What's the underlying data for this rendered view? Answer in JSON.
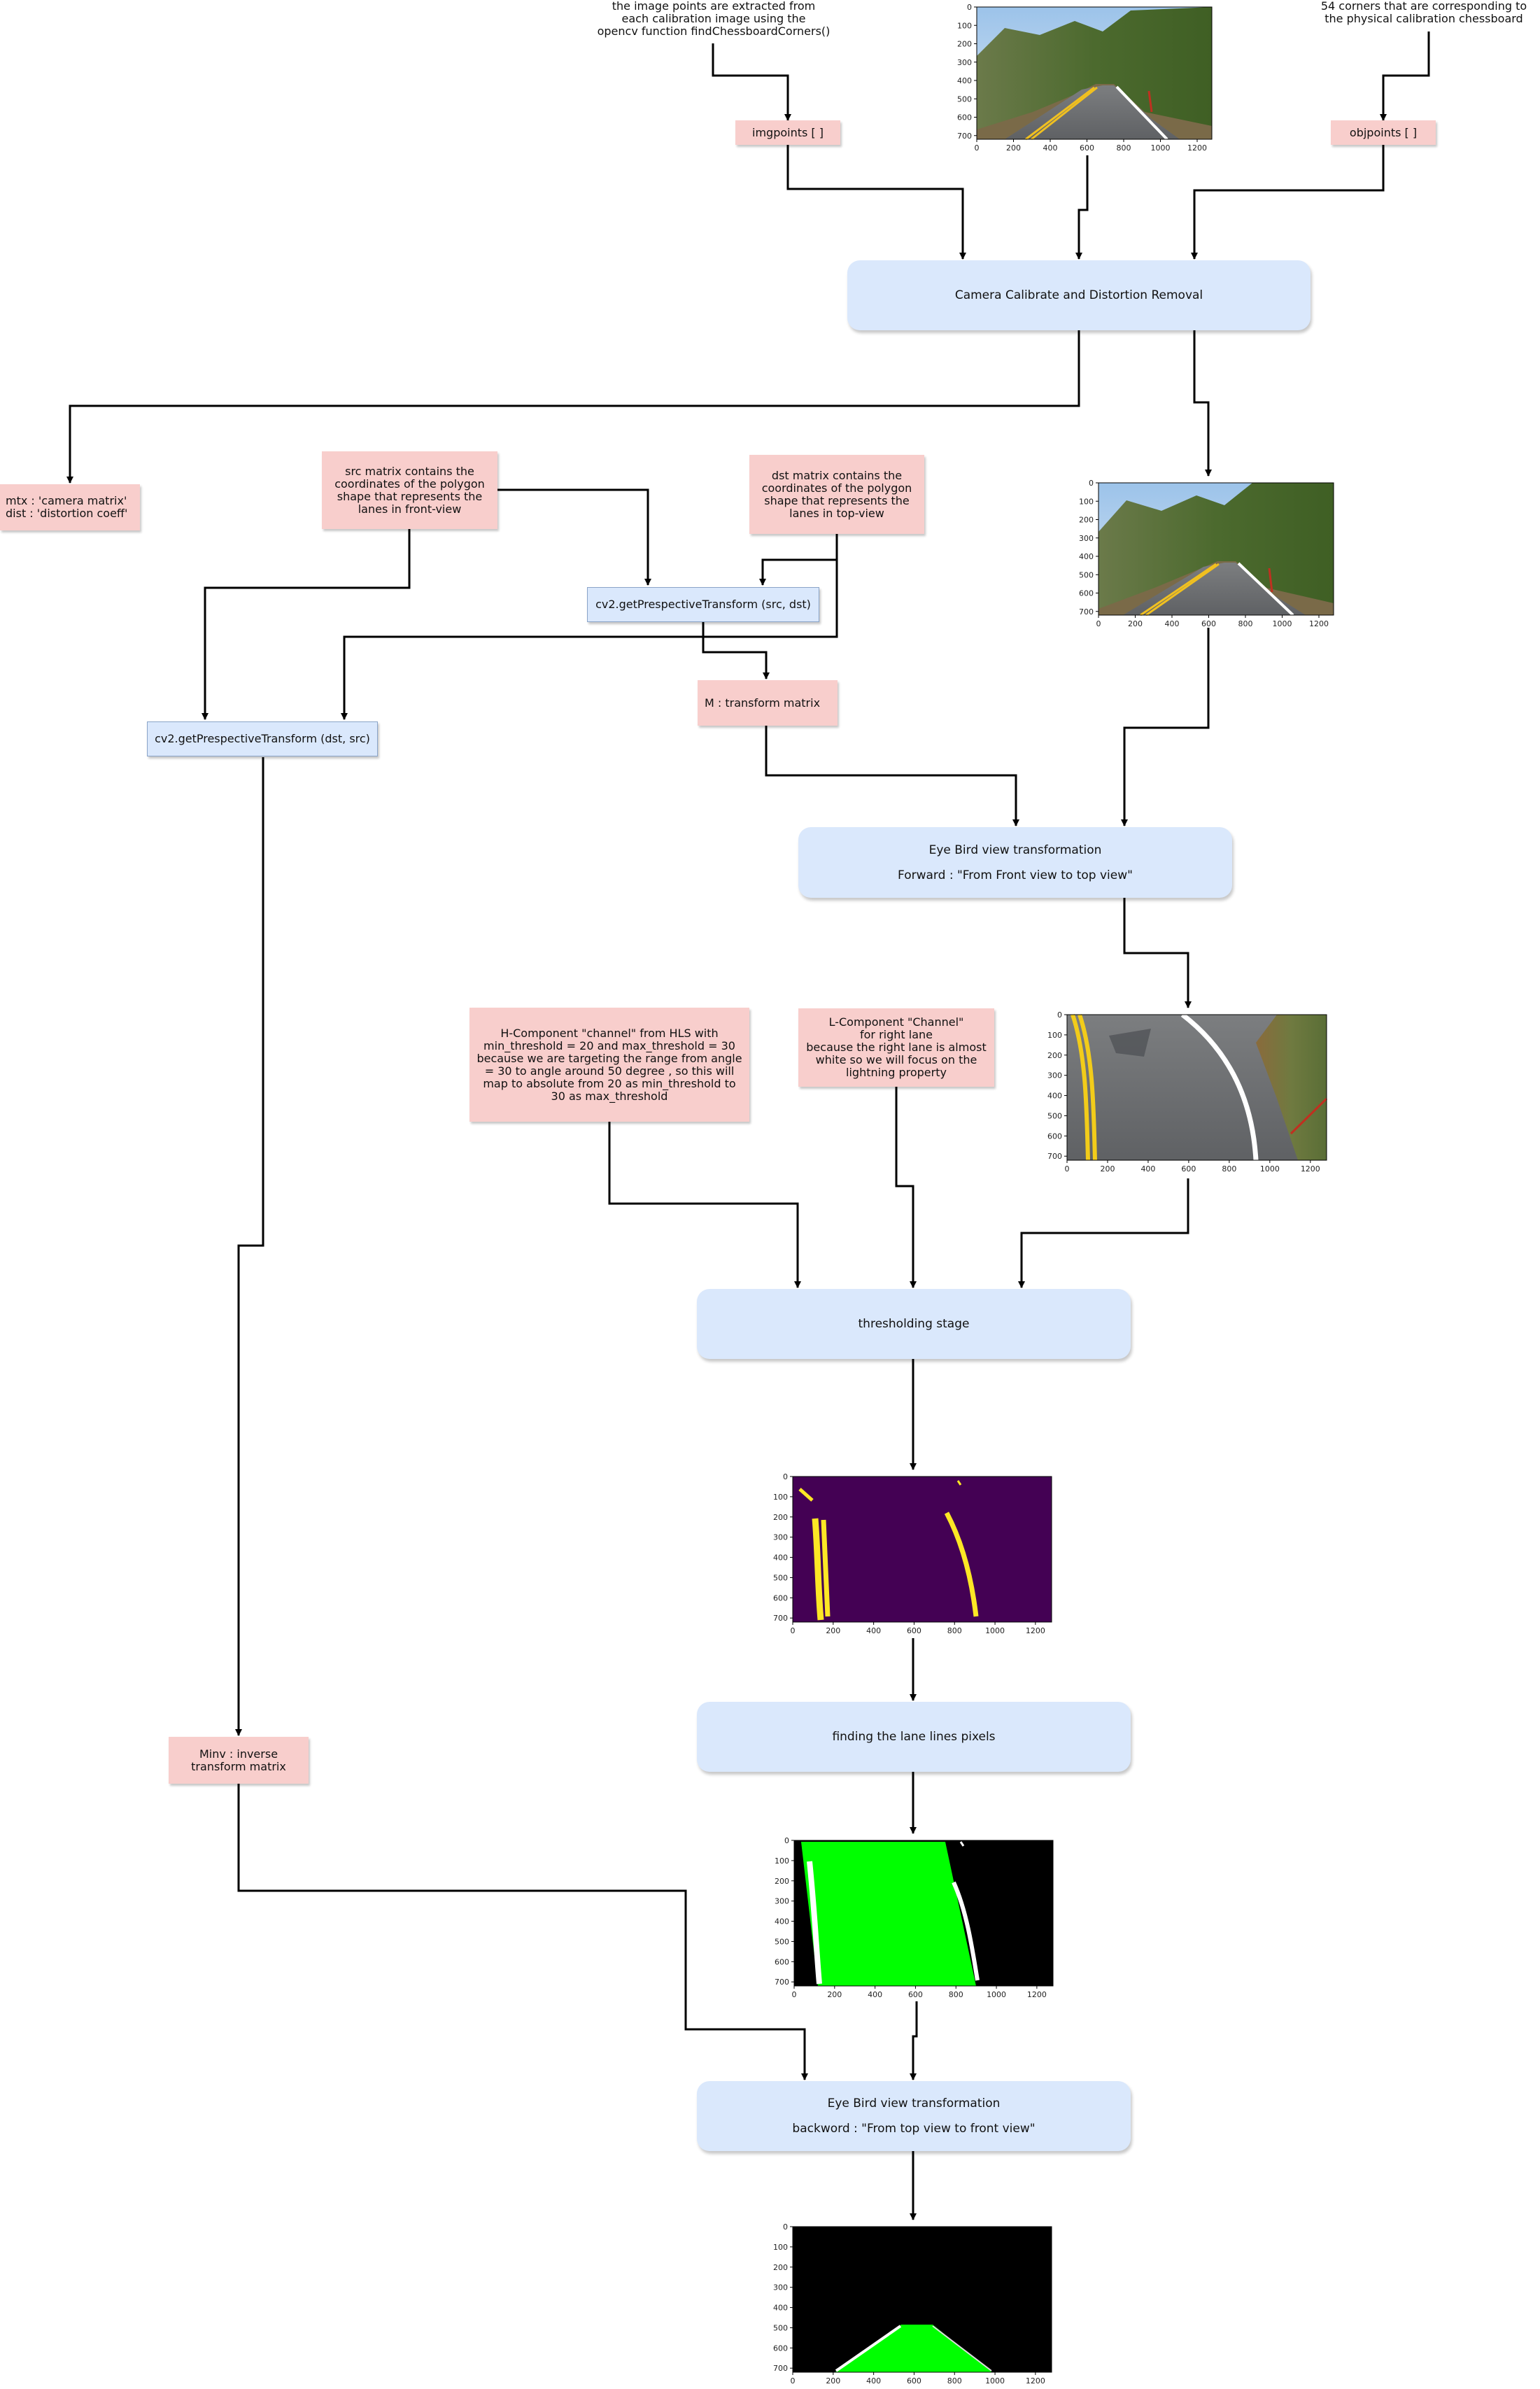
{
  "notes": {
    "imgpoints_note": [
      "the image points are extracted from",
      "each calibration image using the",
      "opencv function findChessboardCorners()"
    ],
    "objpoints_note": [
      "54 corners that are corresponding to",
      "the physical calibration chessboard"
    ]
  },
  "boxes": {
    "imgpoints": "imgpoints [ ]",
    "objpoints": "objpoints [ ]",
    "calibrate": "Camera Calibrate and Distortion Removal",
    "mtx": [
      "mtx : 'camera matrix'",
      "dist : 'distortion coeff'"
    ],
    "src_note": [
      "src matrix contains the",
      "coordinates of the polygon",
      "shape that represents the",
      "lanes in front-view"
    ],
    "dst_note": [
      "dst matrix contains the",
      "coordinates of the polygon",
      "shape that represents the",
      "lanes in top-view"
    ],
    "persp_fwd": "cv2.getPrespectiveTransform (src, dst)",
    "persp_inv": "cv2.getPrespectiveTransform (dst, src)",
    "m_matrix": "M : transform matrix",
    "birdeye_fwd": [
      "Eye Bird view transformation",
      "Forward : \"From Front view to top view\""
    ],
    "h_component": [
      "H-Component \"channel\" from HLS with",
      "min_threshold = 20 and max_threshold = 30",
      "because we are targeting the range from angle",
      "= 30 to angle around 50 degree , so this will",
      "map to absolute from 20 as min_threshold to",
      "30 as max_threshold"
    ],
    "l_component": [
      "L-Component \"Channel\"",
      "for right lane",
      "because the right lane is almost",
      "white so we will focus on the",
      "lightning property"
    ],
    "thresholding": "thresholding stage",
    "finding_pixels": "finding the lane lines pixels",
    "minv": [
      "Minv : inverse",
      "transform matrix"
    ],
    "birdeye_bwd": [
      "Eye Bird view transformation",
      "backword : \"From top view to front view\""
    ]
  },
  "plots": {
    "x_ticks": [
      "0",
      "200",
      "400",
      "600",
      "800",
      "1000",
      "1200"
    ],
    "y_ticks": [
      "0",
      "100",
      "200",
      "300",
      "400",
      "500",
      "600",
      "700"
    ],
    "x_range": [
      0,
      1280
    ],
    "y_range": [
      0,
      720
    ]
  },
  "colors": {
    "pink": "#f8cecc",
    "blue": "#dae8fc",
    "threshold_bg": "#440154",
    "threshold_lane": "#fde725",
    "lane_fill": "#00ff00"
  }
}
